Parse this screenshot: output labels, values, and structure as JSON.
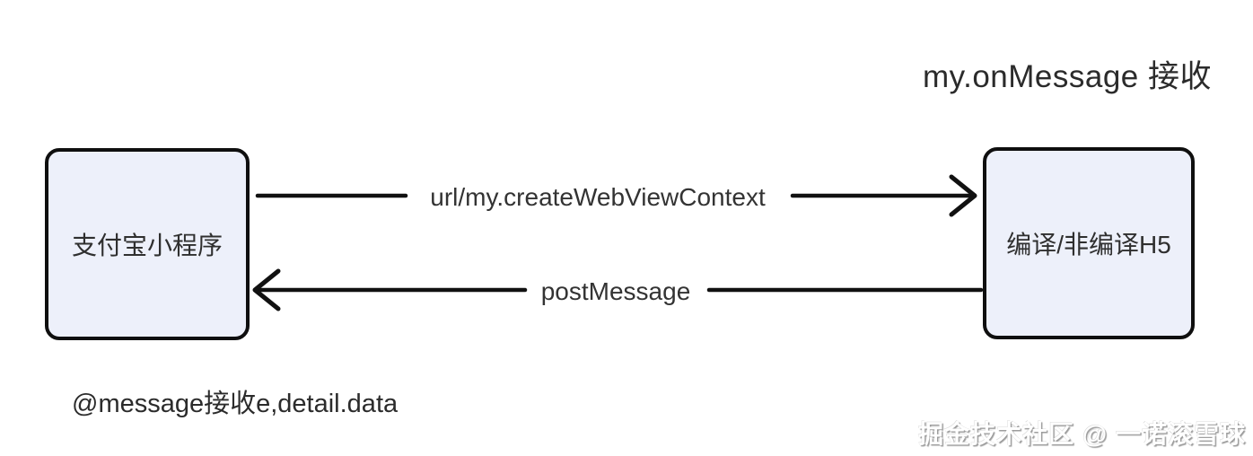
{
  "title": "my.onMessage 接收",
  "nodes": {
    "left": {
      "label": "支付宝小程序"
    },
    "right": {
      "label": "编译/非编译H5"
    }
  },
  "arrows": {
    "forward": {
      "label": "url/my.createWebViewContext",
      "from": "支付宝小程序",
      "to": "编译/非编译H5",
      "direction": "left-to-right"
    },
    "backward": {
      "label": "postMessage",
      "from": "编译/非编译H5",
      "to": "支付宝小程序",
      "direction": "right-to-left"
    }
  },
  "annotations": {
    "message_handler": "@message接收e,detail.data",
    "watermark": "掘金技术社区 @ 一诺滚雪球"
  },
  "colors": {
    "background": "#ffffff",
    "node_fill": "#edf0fa",
    "node_border": "#0f0f0f",
    "arrow": "#111111",
    "text": "#2f2f2f",
    "watermark_text": "#ffffff"
  }
}
